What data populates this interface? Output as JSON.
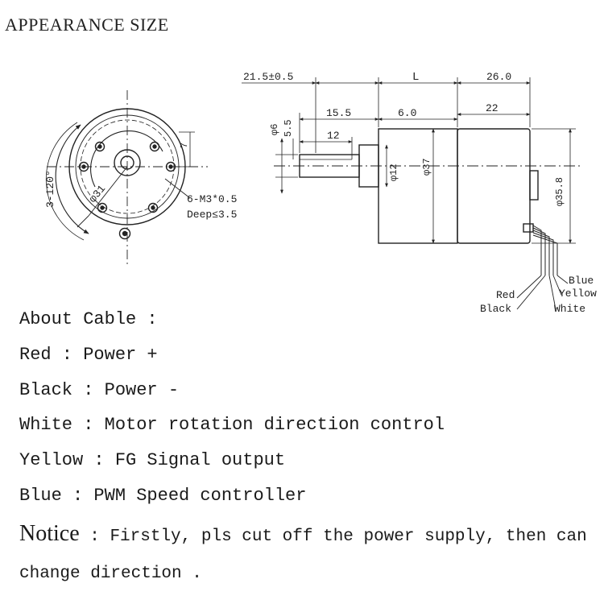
{
  "title": "APPEARANCE SIZE",
  "front_view": {
    "angle_label": "3-120°",
    "radius_label": "φ31",
    "height_label": "7",
    "screw_label": "6-M3*0.5",
    "depth_label": "Deep≤3.5"
  },
  "side_view": {
    "dim_shaft_len": "21.5±0.5",
    "dim_L": "L",
    "dim_26": "26.0",
    "dim_15_5": "15.5",
    "dim_6_0": "6.0",
    "dim_22": "22",
    "dim_12": "12",
    "dim_phi6": "φ6",
    "dim_5_5": "5.5",
    "dim_phi12": "φ12",
    "dim_phi37": "φ37",
    "dim_phi35_8": "φ35.8"
  },
  "wires": {
    "blue": "Blue",
    "yellow": "Yellow",
    "red": "Red",
    "black": "Black",
    "white": "White"
  },
  "cable": {
    "heading": "About Cable :",
    "red": "Red : Power +",
    "black": "Black : Power -",
    "white": "White : Motor rotation direction control",
    "yellow": "Yellow : FG Signal output",
    "blue": "Blue : PWM Speed controller"
  },
  "notice": {
    "word": "Notice",
    "text1": " : Firstly, pls cut off the power supply, then can",
    "text2": "change direction ."
  }
}
